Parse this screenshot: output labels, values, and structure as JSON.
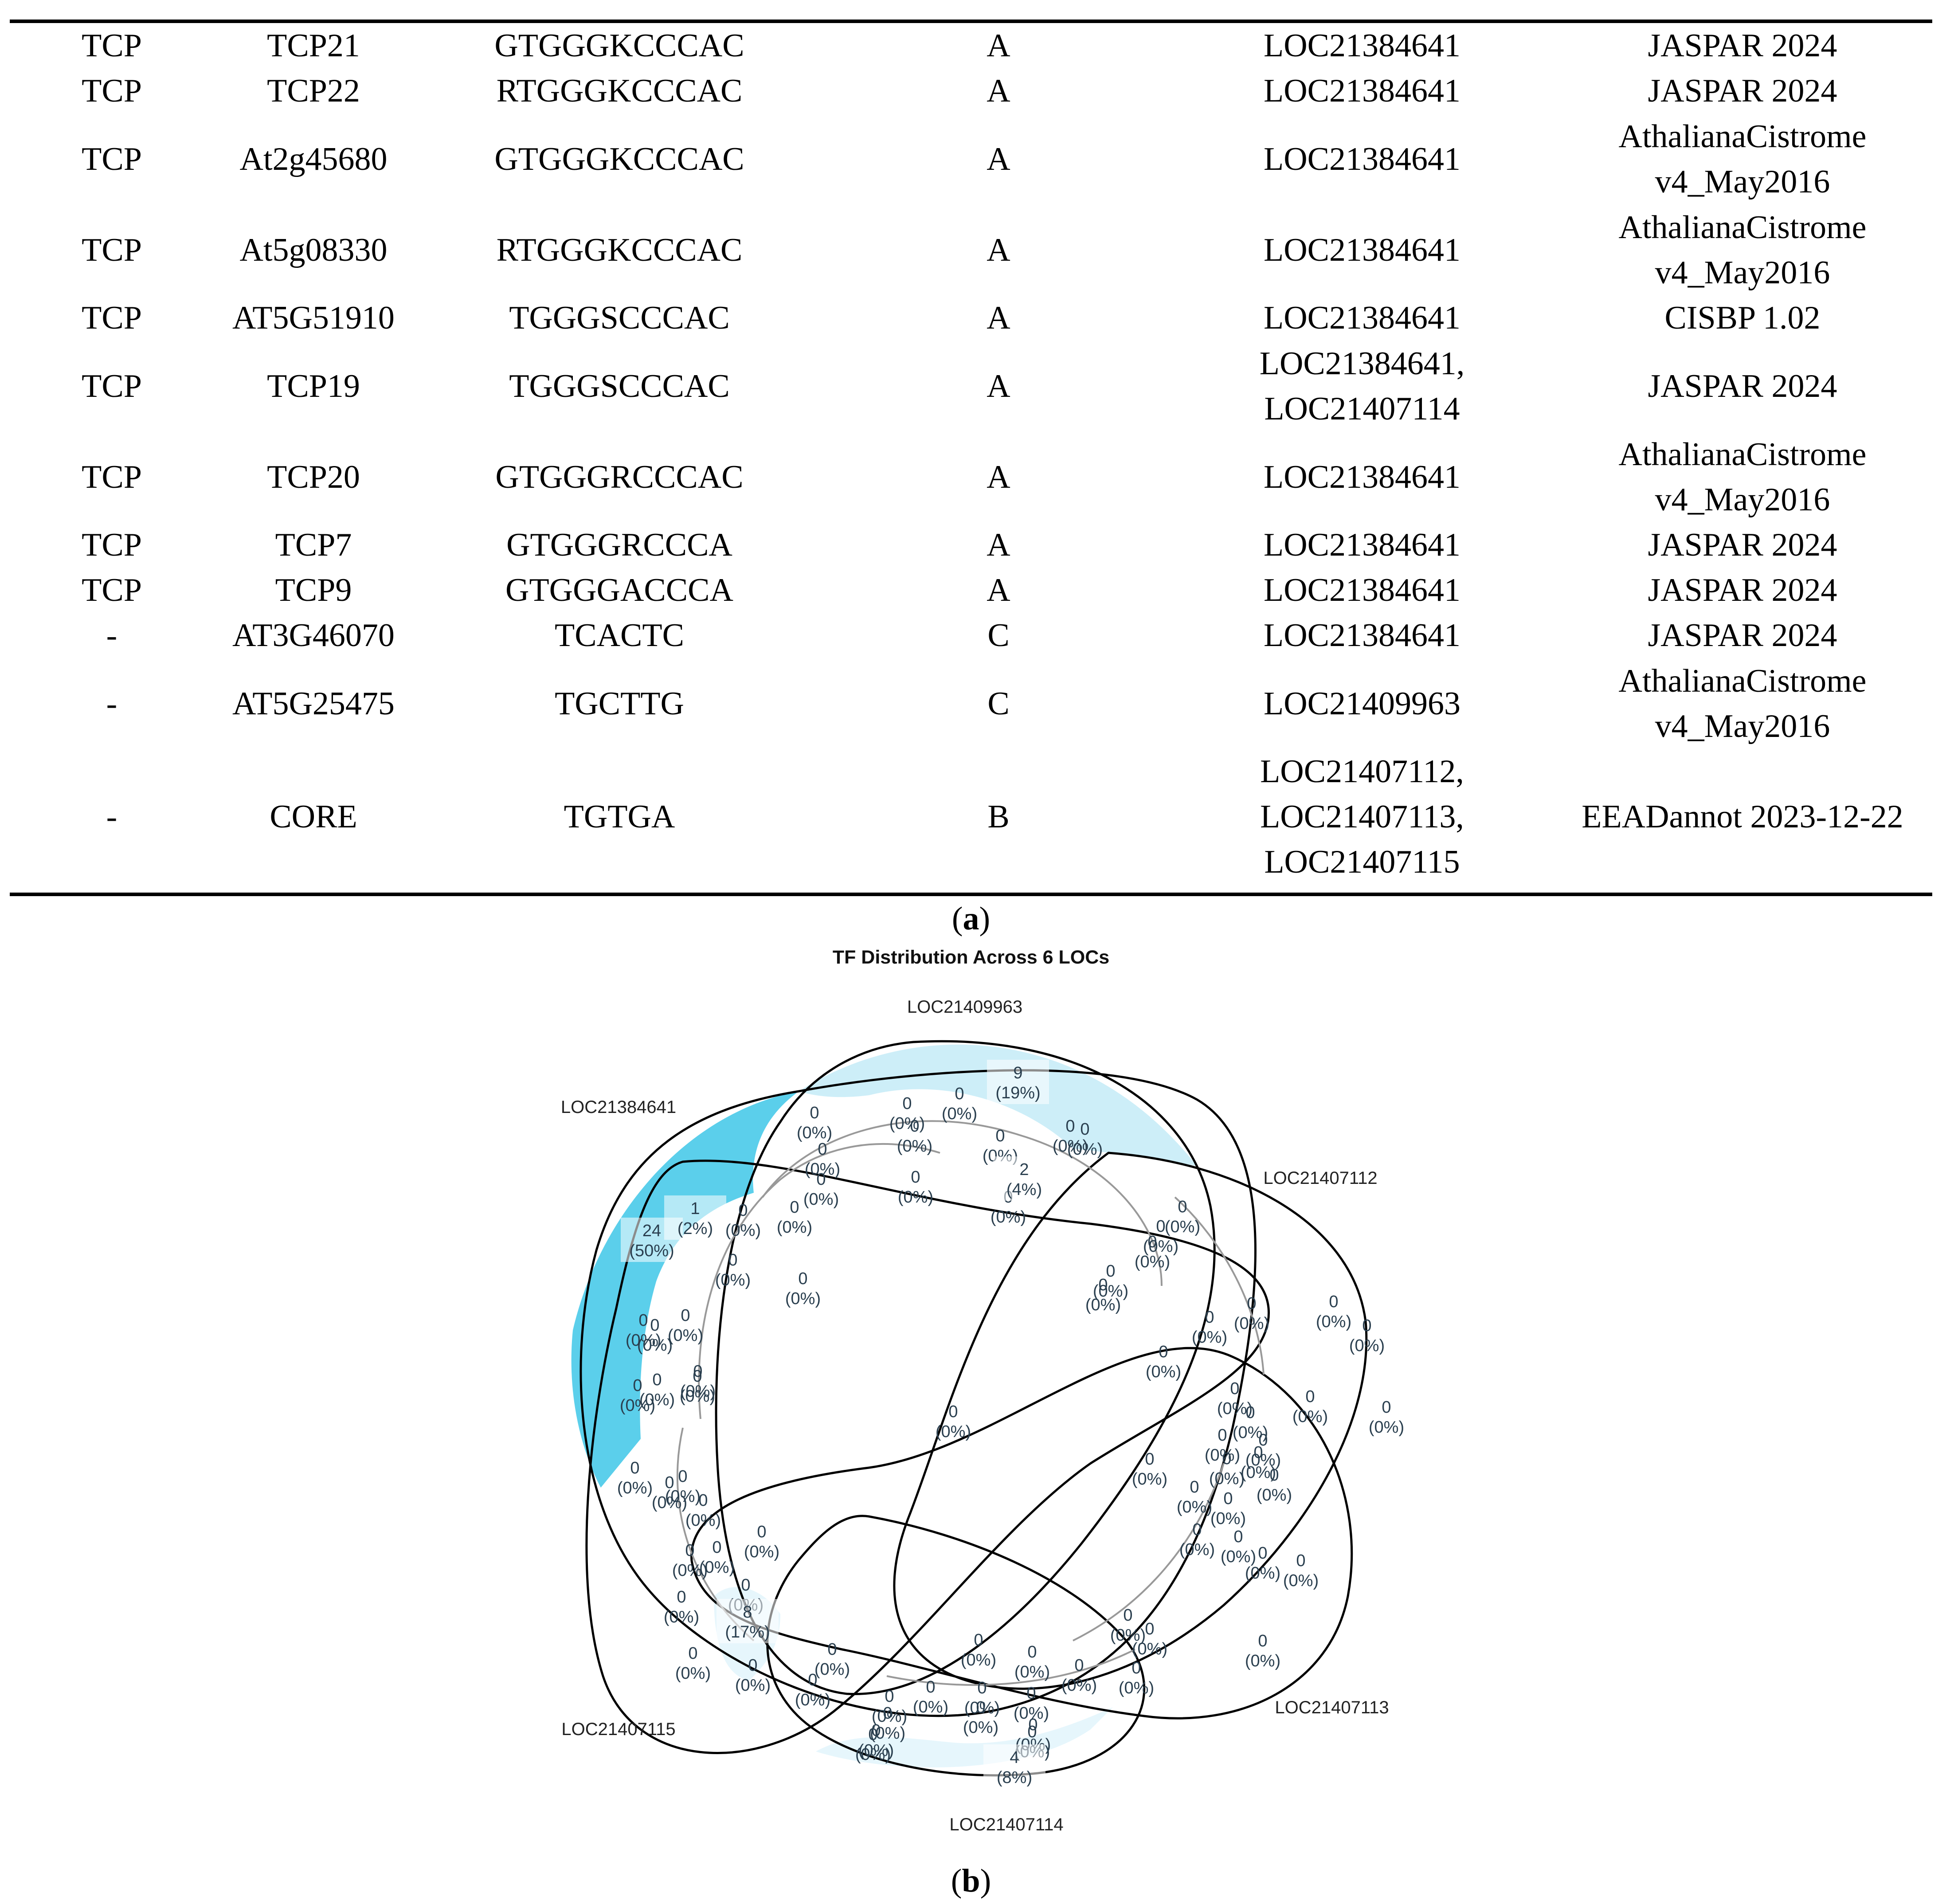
{
  "table": {
    "rows": [
      [
        "TCP",
        "TCP21",
        "GTGGGKCCCAC",
        "A",
        "LOC21384641",
        "JASPAR 2024"
      ],
      [
        "TCP",
        "TCP22",
        "RTGGGKCCCAC",
        "A",
        "LOC21384641",
        "JASPAR 2024"
      ],
      [
        "TCP",
        "At2g45680",
        "GTGGGKCCCAC",
        "A",
        "LOC21384641",
        "AthalianaCistrome v4_May2016"
      ],
      [
        "TCP",
        "At5g08330",
        "RTGGGKCCCAC",
        "A",
        "LOC21384641",
        "AthalianaCistrome v4_May2016"
      ],
      [
        "TCP",
        "AT5G51910",
        "TGGGSCCCAC",
        "A",
        "LOC21384641",
        "CISBP 1.02"
      ],
      [
        "TCP",
        "TCP19",
        "TGGGSCCCAC",
        "A",
        "LOC21384641, LOC21407114",
        "JASPAR 2024"
      ],
      [
        "TCP",
        "TCP20",
        "GTGGGRCCCAC",
        "A",
        "LOC21384641",
        "AthalianaCistrome v4_May2016"
      ],
      [
        "TCP",
        "TCP7",
        "GTGGGRCCCA",
        "A",
        "LOC21384641",
        "JASPAR 2024"
      ],
      [
        "TCP",
        "TCP9",
        "GTGGGACCCA",
        "A",
        "LOC21384641",
        "JASPAR 2024"
      ],
      [
        "-",
        "AT3G46070",
        "TCACTC",
        "C",
        "LOC21384641",
        "JASPAR 2024"
      ],
      [
        "-",
        "AT5G25475",
        "TGCTTG",
        "C",
        "LOC21409963",
        "AthalianaCistrome v4_May2016"
      ],
      [
        "-",
        "CORE",
        "TGTGA",
        "B",
        "LOC21407112, LOC21407113, LOC21407115",
        "EEADannot 2023-12-22"
      ]
    ]
  },
  "caption_a": {
    "open": "(",
    "letter": "a",
    "close": ")"
  },
  "caption_b": {
    "open": "(",
    "letter": "b",
    "close": ")"
  },
  "colors": {
    "dark_fill": "#5bcfeb",
    "light_fill": "#cdeef8",
    "pale_fill": "#e6f6fc"
  },
  "chart_data": {
    "type": "venn",
    "title": "TF Distribution Across 6 LOCs",
    "sets": [
      {
        "name": "LOC21384641",
        "unique": 24,
        "percent": "50%"
      },
      {
        "name": "LOC21409963",
        "unique": 9,
        "percent": "19%"
      },
      {
        "name": "LOC21407112",
        "unique": 0,
        "percent": "0%"
      },
      {
        "name": "LOC21407113",
        "unique": 0,
        "percent": "0%"
      },
      {
        "name": "LOC21407114",
        "unique": 4,
        "percent": "8%"
      },
      {
        "name": "LOC21407115",
        "unique": 8,
        "percent": "17%"
      }
    ],
    "intersections": [
      {
        "sets": [
          "LOC21384641",
          "LOC21407114"
        ],
        "count": 1,
        "percent": "2%"
      },
      {
        "sets": [
          "LOC21407112",
          "LOC21407113",
          "LOC21407115"
        ],
        "count": 2,
        "percent": "4%"
      }
    ],
    "other_regions": {
      "count": 0,
      "percent": "0%"
    },
    "zero_cells": [
      [
        1837,
        2522
      ],
      [
        2164,
        2479
      ],
      [
        2046,
        2501
      ],
      [
        2063,
        2552
      ],
      [
        2414,
        2552
      ],
      [
        2447,
        2559
      ],
      [
        2256,
        2574
      ],
      [
        2065,
        2667
      ],
      [
        1855,
        2604
      ],
      [
        1852,
        2672
      ],
      [
        1792,
        2735
      ],
      [
        1676,
        2742
      ],
      [
        2274,
        2712
      ],
      [
        2667,
        2734
      ],
      [
        2618,
        2778
      ],
      [
        2599,
        2813
      ],
      [
        2505,
        2879
      ],
      [
        2488,
        2910
      ],
      [
        1653,
        2854
      ],
      [
        1811,
        2896
      ],
      [
        1546,
        2979
      ],
      [
        1451,
        2990
      ],
      [
        2823,
        2952
      ],
      [
        2728,
        2983
      ],
      [
        3083,
        3002
      ],
      [
        3008,
        2948
      ],
      [
        2624,
        3061
      ],
      [
        1477,
        3001
      ],
      [
        1573,
        3116
      ],
      [
        1438,
        3137
      ],
      [
        2785,
        3144
      ],
      [
        2955,
        3162
      ],
      [
        3127,
        3186
      ],
      [
        2820,
        3198
      ],
      [
        1574,
        3105
      ],
      [
        1482,
        3124
      ],
      [
        2757,
        3249
      ],
      [
        2849,
        3260
      ],
      [
        2767,
        3302
      ],
      [
        2838,
        3288
      ],
      [
        2874,
        3339
      ],
      [
        1510,
        3356
      ],
      [
        1586,
        3396
      ],
      [
        1540,
        3342
      ],
      [
        1432,
        3323
      ],
      [
        2593,
        3303
      ],
      [
        2694,
        3366
      ],
      [
        2770,
        3392
      ],
      [
        2700,
        3462
      ],
      [
        2793,
        3478
      ],
      [
        1718,
        3467
      ],
      [
        1556,
        3509
      ],
      [
        1682,
        3587
      ],
      [
        1617,
        3502
      ],
      [
        1537,
        3614
      ],
      [
        2848,
        3515
      ],
      [
        2934,
        3532
      ],
      [
        2544,
        3655
      ],
      [
        2593,
        3686
      ],
      [
        2848,
        3713
      ],
      [
        2207,
        3711
      ],
      [
        1877,
        3732
      ],
      [
        1698,
        3768
      ],
      [
        1563,
        3741
      ],
      [
        1833,
        3801
      ],
      [
        2328,
        3738
      ],
      [
        2434,
        3768
      ],
      [
        2563,
        3774
      ],
      [
        2215,
        3819
      ],
      [
        2326,
        3831
      ],
      [
        2006,
        3838
      ],
      [
        2099,
        3817
      ],
      [
        2212,
        3863
      ],
      [
        1969,
        3924
      ],
      [
        1976,
        3915
      ],
      [
        2002,
        3876
      ],
      [
        2330,
        3902
      ],
      [
        2328,
        3918
      ]
    ],
    "labeled_nonzero": [
      {
        "value": "24",
        "percent": "50%"
      },
      {
        "value": "9",
        "percent": "19%"
      },
      {
        "value": "1",
        "percent": "2%"
      },
      {
        "value": "2",
        "percent": "4%"
      },
      {
        "value": "8",
        "percent": "17%"
      },
      {
        "value": "4",
        "percent": "8%"
      },
      {
        "value": "0",
        "percent": "0%"
      }
    ]
  }
}
